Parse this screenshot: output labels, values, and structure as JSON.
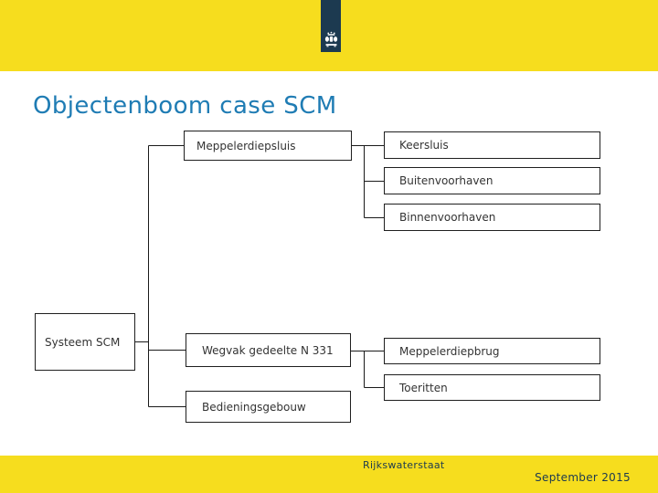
{
  "slide": {
    "title": "Objectenboom case SCM",
    "logo_icon": "rijksoverheid-emblem",
    "footer": {
      "organization": "Rijkswaterstaat",
      "date": "September 2015"
    }
  },
  "tree": {
    "root": "Systeem SCM",
    "children": [
      {
        "label": "Meppelerdiepsluis",
        "children": [
          "Keersluis",
          "Buitenvoorhaven",
          "Binnenvoorhaven"
        ]
      },
      {
        "label": "Wegvak gedeelte N 331",
        "children": [
          "Meppelerdiepbrug",
          "Toeritten"
        ]
      },
      {
        "label": "Bedieningsgebouw",
        "children": []
      }
    ]
  },
  "colors": {
    "brand_yellow": "#F6DD1E",
    "brand_navy": "#1C3A50",
    "title_blue": "#1F7CB4",
    "node_border": "#1F1F1F",
    "node_text": "#333333",
    "connector": "#1A1A1A"
  }
}
